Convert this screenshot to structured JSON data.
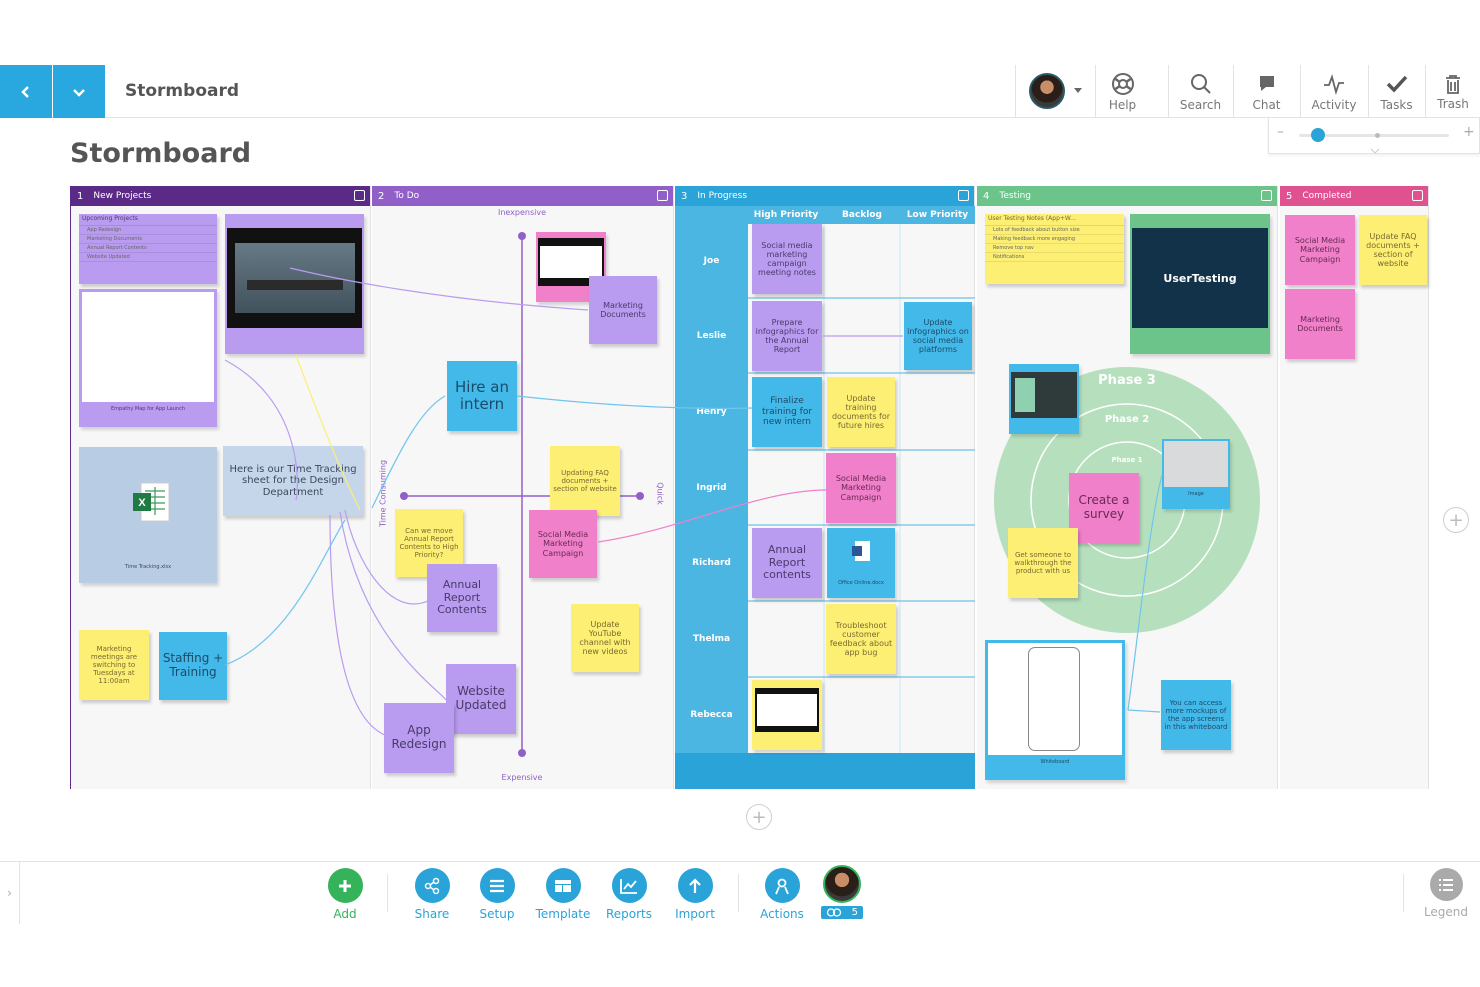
{
  "app": {
    "title": "Stormboard",
    "page_title": "Stormboard"
  },
  "toolbar": [
    {
      "label": "Help",
      "icon": "help-icon"
    },
    {
      "label": "Search",
      "icon": "search-icon"
    },
    {
      "label": "Chat",
      "icon": "chat-icon"
    },
    {
      "label": "Activity",
      "icon": "activity-icon"
    },
    {
      "label": "Tasks",
      "icon": "tasks-icon"
    },
    {
      "label": "Trash",
      "icon": "trash-icon"
    }
  ],
  "zoom": {
    "level": 0.08
  },
  "columns": [
    {
      "num": "1",
      "title": "New Projects",
      "color": "#5b2a86"
    },
    {
      "num": "2",
      "title": "To Do",
      "color": "#9060c8"
    },
    {
      "num": "3",
      "title": "In Progress",
      "color": "#2aa3d8"
    },
    {
      "num": "4",
      "title": "Testing",
      "color": "#6cc48a"
    },
    {
      "num": "5",
      "title": "Completed",
      "color": "#e0518f"
    }
  ],
  "col1": {
    "list_title": "Upcoming Projects",
    "list_items": [
      "App Redesign",
      "Marketing Documents",
      "Annual Report Contents",
      "Website Updated"
    ],
    "whiteboard_caption": "Empathy Map for App Launch",
    "sheet_caption": "Time Tracking.xlsx",
    "time_tracking_note": "Here is our Time Tracking sheet for the Design Department",
    "marketing_meetings": "Marketing meetings are switching to Tuesdays at 11:00am",
    "staffing": "Staffing + Training"
  },
  "col2": {
    "axis_top": "Inexpensive",
    "axis_bottom": "Expensive",
    "axis_left": "Time Consuming",
    "axis_right": "Quick",
    "marketing_docs": "Marketing Documents",
    "hire_intern": "Hire an intern",
    "updating_faq": "Updating FAQ documents + section of website",
    "annual_report_priority": "Can we move Annual Report Contents to High Priority?",
    "social_media": "Social Media Marketing Campaign",
    "annual_report": "Annual Report Contents",
    "youtube": "Update YouTube channel with new videos",
    "website_updated": "Website Updated",
    "app_redesign": "App Redesign"
  },
  "col3": {
    "subheads": [
      "High Priority",
      "Backlog",
      "Low Priority"
    ],
    "lanes": [
      "Joe",
      "Leslie",
      "Henry",
      "Ingrid",
      "Richard",
      "Thelma",
      "Rebecca"
    ],
    "social_media_notes": "Social media marketing campaign meeting notes",
    "prepare_infographics": "Prepare infographics for the Annual Report",
    "update_infographics": "Update infographics on social media platforms",
    "finalize_training": "Finalize training for new intern",
    "update_training": "Update training documents for future hires",
    "social_media_campaign": "Social Media Marketing Campaign",
    "annual_report": "Annual Report contents",
    "doc_caption": "Office Online.docx",
    "troubleshoot": "Troubleshoot customer feedback about app bug"
  },
  "col4": {
    "list_title": "User Testing Notes (App+W...",
    "list_items": [
      "Lots of feedback about button size",
      "Making feedback more engaging",
      "Remove top nav",
      "Notifications"
    ],
    "video_brand": "UserTesting",
    "phase3": "Phase 3",
    "phase2": "Phase 2",
    "phase1": "Phase 1",
    "create_survey": "Create a survey",
    "walkthrough": "Get someone to walkthrough the product with us",
    "image_caption": "Image",
    "mockups": "You can access more mockups of the app screens in this whiteboard",
    "wb_caption": "Whiteboard"
  },
  "col5": {
    "social_media": "Social Media Marketing Campaign",
    "update_faq": "Update FAQ documents + section of website",
    "marketing_docs": "Marketing Documents"
  },
  "bottom": [
    {
      "label": "Add",
      "icon": "add-icon",
      "color": "#34b35a"
    },
    {
      "label": "Share",
      "icon": "share-icon",
      "color": "#2aa3d8"
    },
    {
      "label": "Setup",
      "icon": "setup-icon",
      "color": "#2aa3d8"
    },
    {
      "label": "Template",
      "icon": "template-icon",
      "color": "#2aa3d8"
    },
    {
      "label": "Reports",
      "icon": "reports-icon",
      "color": "#2aa3d8"
    },
    {
      "label": "Import",
      "icon": "import-icon",
      "color": "#2aa3d8"
    },
    {
      "label": "Actions",
      "icon": "actions-icon",
      "color": "#2aa3d8"
    }
  ],
  "users_online": "5",
  "legend": "Legend"
}
